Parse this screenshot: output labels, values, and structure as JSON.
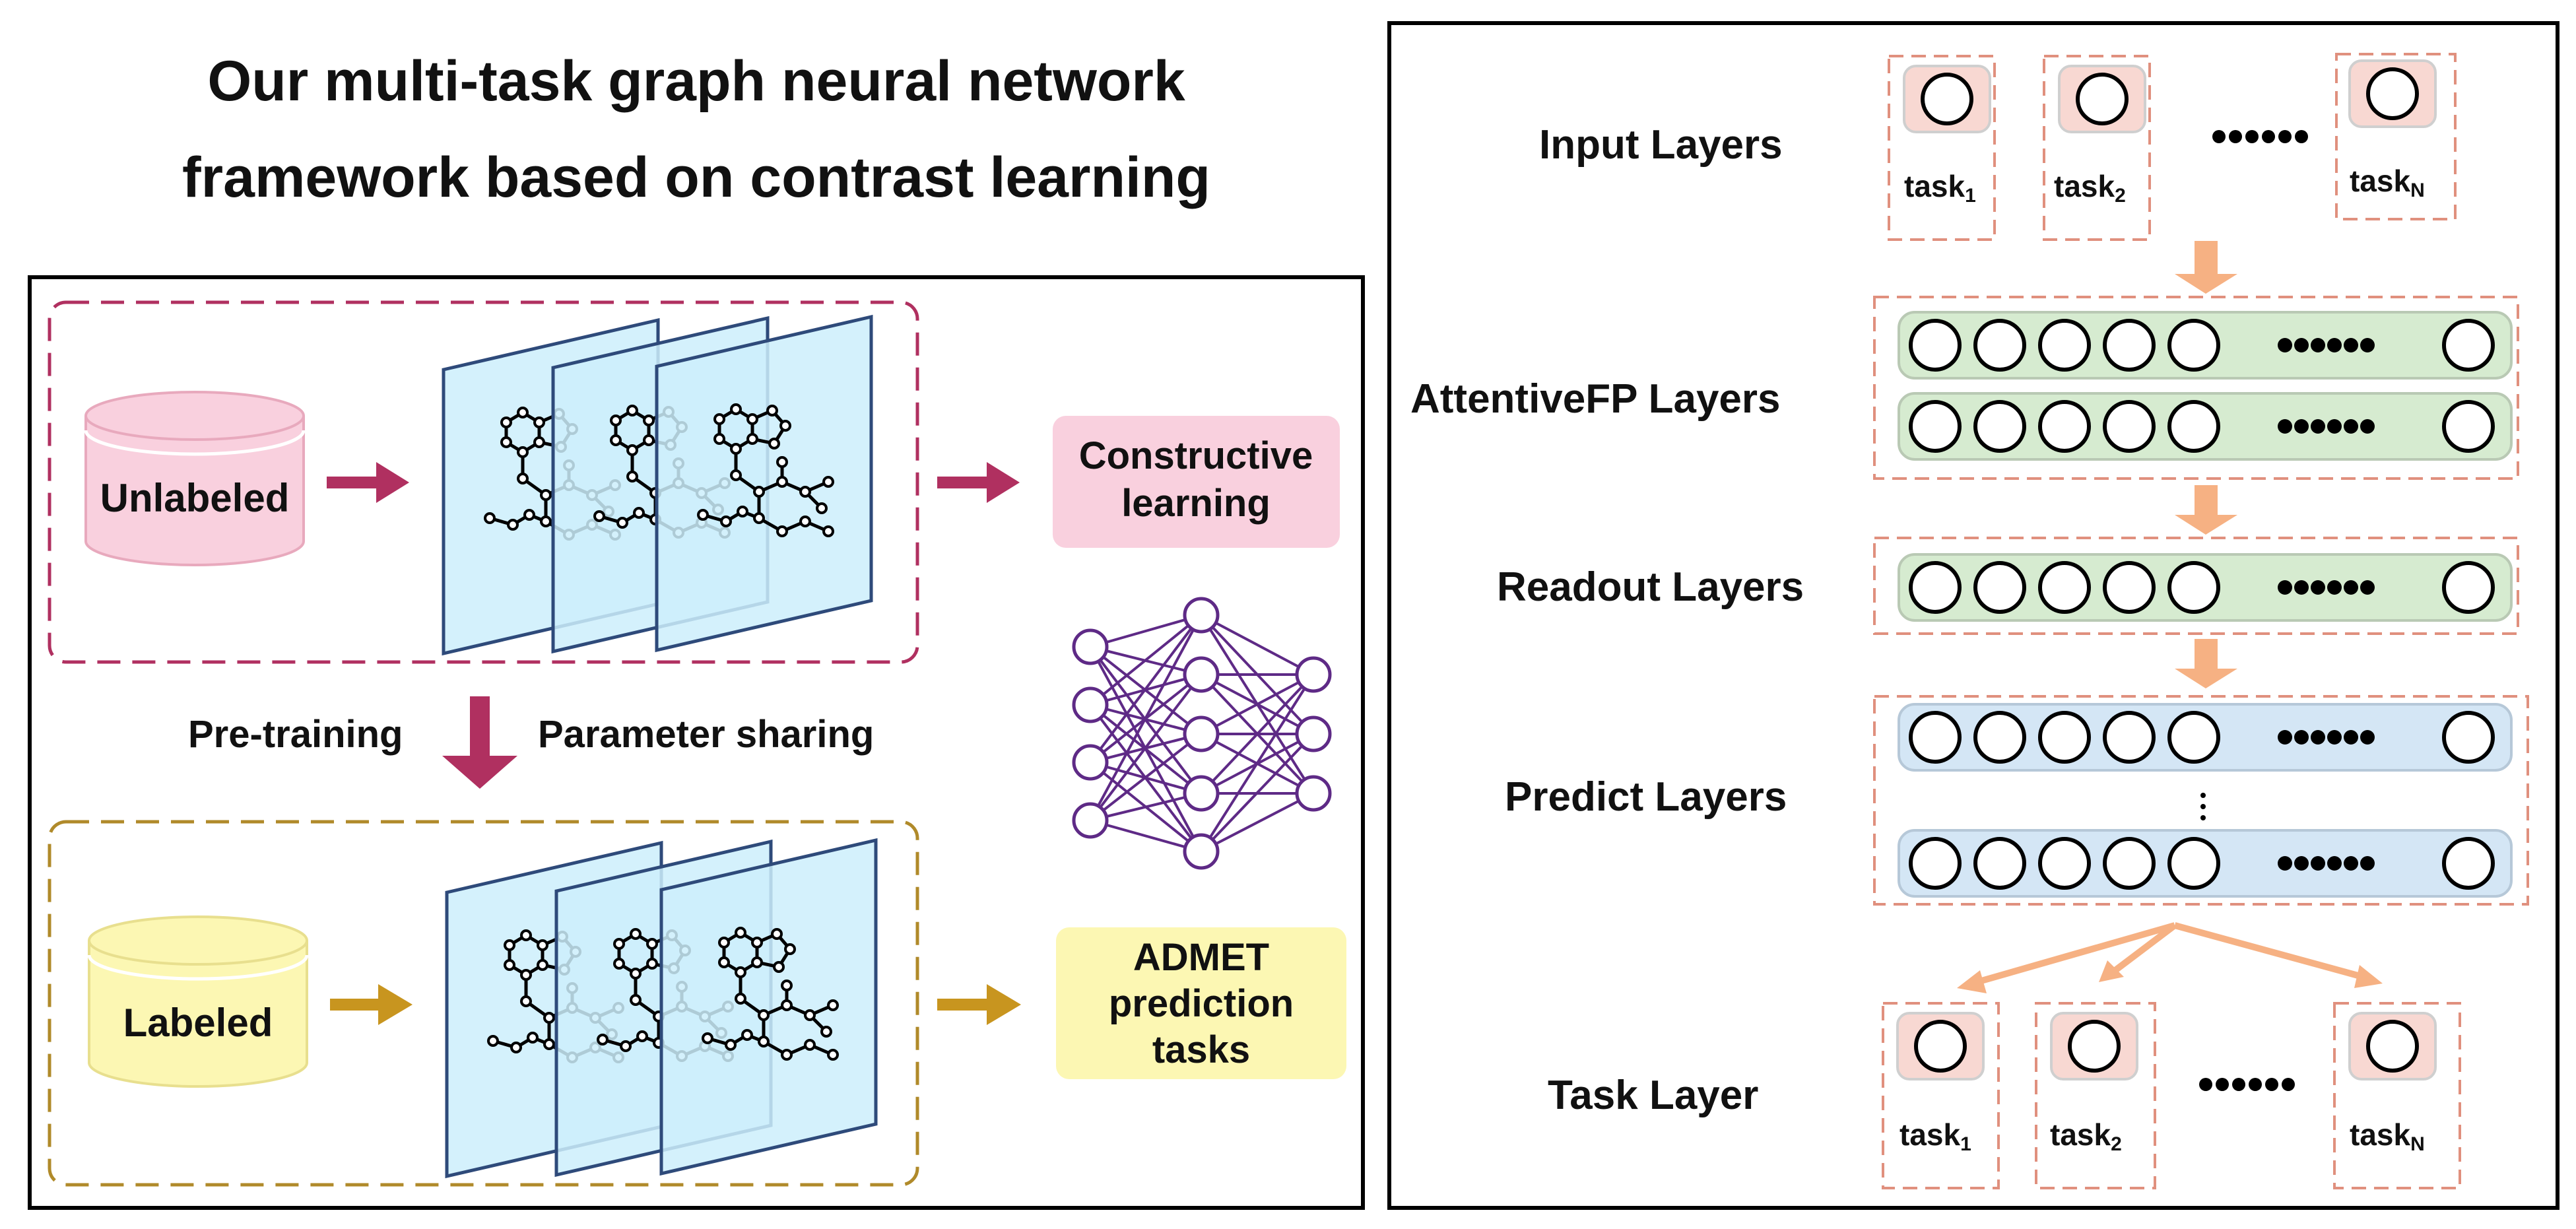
{
  "title": {
    "line1": "Our multi-task graph neural network",
    "line2": "framework based on contrast learning"
  },
  "left": {
    "unlabeled": "Unlabeled",
    "labeled": "Labeled",
    "pretraining": "Pre-training",
    "parameter_sharing": "Parameter sharing",
    "constructive": {
      "line1": "Constructive",
      "line2": "learning"
    },
    "admet": {
      "line1": "ADMET",
      "line2": "prediction",
      "line3": "tasks"
    }
  },
  "right": {
    "input_layers": "Input  Layers",
    "attentivefp_layers": "AttentiveFP Layers",
    "readout_layers": "Readout Layers",
    "predict_layers": "Predict  Layers",
    "task_layer": "Task  Layer",
    "task_prefix": "task",
    "sub1": "1",
    "sub2": "2",
    "subN": "N"
  },
  "colors": {
    "crimson": "#b03060",
    "gold": "#c8951f",
    "pink": "#f9d0de",
    "yellow": "#fcf7b3",
    "salmon_border": "#e0907e",
    "salmon_fill": "#f8d8d2",
    "green": "#d6ebd0",
    "blue": "#d4e6f5",
    "peach_arrow": "#f6b183",
    "purple": "#5e2a86",
    "pane": "#cdeefb",
    "pane_stroke": "#2e4a7a"
  },
  "icons": [
    "database-icon",
    "molecule-icon",
    "neural-network-icon",
    "arrow-icon"
  ]
}
